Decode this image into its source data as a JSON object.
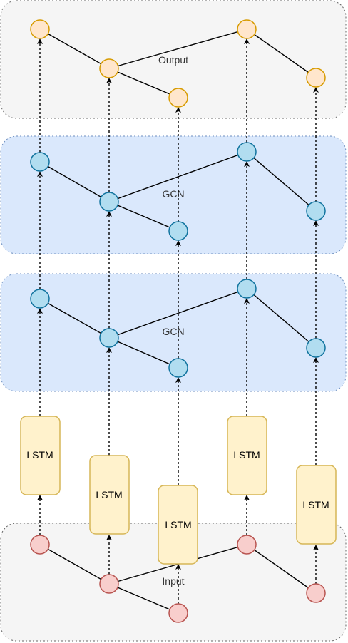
{
  "colors": {
    "gray_panel_fill": "#f5f5f5",
    "gray_panel_stroke": "#666666",
    "blue_panel_fill": "#dae8fc",
    "blue_panel_stroke": "#6c8ebf",
    "output_node_fill": "#ffe6cc",
    "output_node_stroke": "#d79b00",
    "gcn_node_fill": "#b1ddf0",
    "gcn_node_stroke": "#10739e",
    "input_node_fill": "#f8cecc",
    "input_node_stroke": "#b85450",
    "lstm_fill": "#fff2cc",
    "lstm_stroke": "#d6b656"
  },
  "panels": {
    "output": {
      "label": "Output"
    },
    "gcn_top": {
      "label": "GCN"
    },
    "gcn_bottom": {
      "label": "GCN"
    },
    "input": {
      "label": "Input"
    }
  },
  "lstm_blocks": [
    {
      "label": "LSTM"
    },
    {
      "label": "LSTM"
    },
    {
      "label": "LSTM"
    },
    {
      "label": "LSTM"
    },
    {
      "label": "LSTM"
    }
  ]
}
